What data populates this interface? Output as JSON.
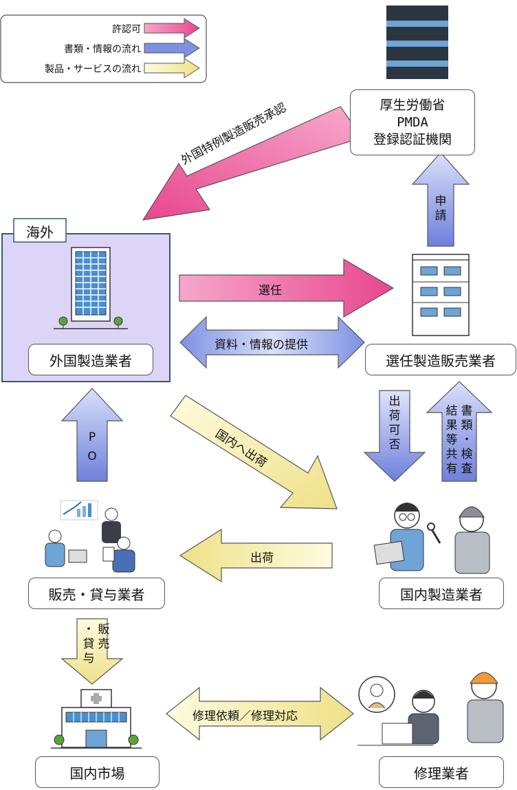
{
  "legend": {
    "approval": "許認可",
    "documents": "書類・情報の流れ",
    "products": "製品・サービスの流れ"
  },
  "colors": {
    "pink": "#f06aa6",
    "blue": "#7b8fe0",
    "yellow": "#f4eb9e",
    "overseas_bg": "#ddd5f7",
    "overseas_border": "#2f5f6e"
  },
  "nodes": {
    "mhlw": [
      "厚生労働省",
      "PMDA",
      "登録認証機関"
    ],
    "overseas_tag": "海外",
    "foreign_mfr": "外国製造業者",
    "appointed_mah": "選任製造販売業者",
    "domestic_mfr": "国内製造業者",
    "seller": "販売・貸与業者",
    "market": "国内市場",
    "repair": "修理業者"
  },
  "flows": {
    "foreign_approval": "外国特例製造販売承認",
    "application": [
      "申",
      "請"
    ],
    "appointment": "選任",
    "info_exchange": "資料・情報の提供",
    "export_domestic": "国内へ出荷",
    "ship_permit": [
      "出",
      "荷",
      "可",
      "否"
    ],
    "shared_results_col1": [
      "書",
      "類",
      "・",
      "検",
      "査"
    ],
    "shared_results_col2": [
      "結",
      "果",
      "等",
      "共",
      "有"
    ],
    "po": [
      "P",
      "O"
    ],
    "shipment": "出荷",
    "sell_lend_col1": [
      "・",
      "売"
    ],
    "sell_lend_col2": [
      "貸",
      "与"
    ],
    "sell_lend_top": "販",
    "repair_request": "修理依頼／修理対応"
  }
}
